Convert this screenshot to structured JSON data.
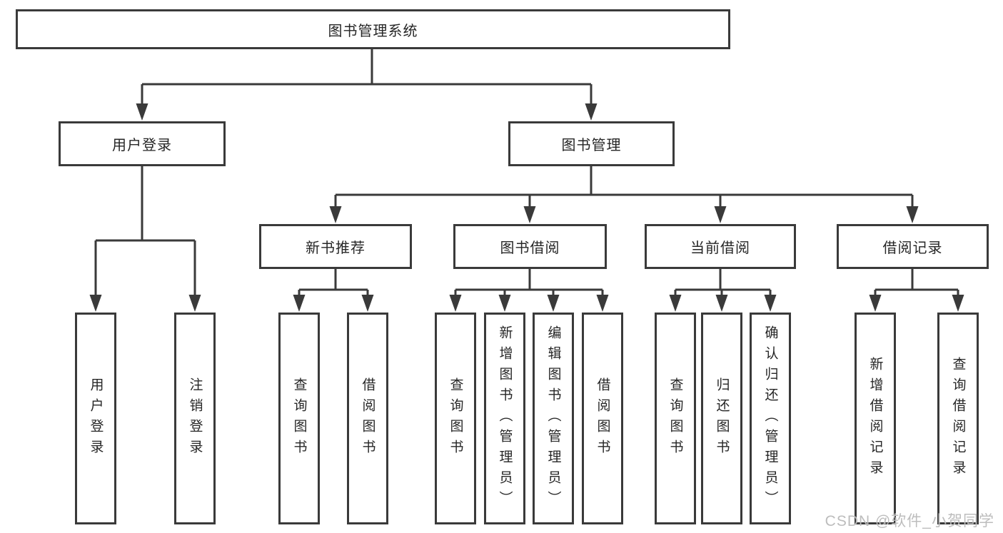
{
  "diagram_title": "图书管理系统",
  "colors": {
    "line": "#3a3a3a",
    "box_border": "#3a3a3a",
    "text": "#262626",
    "background": "#ffffff",
    "watermark": "#bdbdbd"
  },
  "watermark": {
    "text": "CSDN @软件_小贺同学"
  },
  "tree": {
    "label": "图书管理系统",
    "children": [
      {
        "label": "用户登录",
        "children": [
          {
            "label": "用户登录"
          },
          {
            "label": "注销登录"
          }
        ]
      },
      {
        "label": "图书管理",
        "children": [
          {
            "label": "新书推荐",
            "children": [
              {
                "label": "查询图书"
              },
              {
                "label": "借阅图书"
              }
            ]
          },
          {
            "label": "图书借阅",
            "children": [
              {
                "label": "查询图书"
              },
              {
                "label": "新增图书（管理员）"
              },
              {
                "label": "编辑图书（管理员）"
              },
              {
                "label": "借阅图书"
              }
            ]
          },
          {
            "label": "当前借阅",
            "children": [
              {
                "label": "查询图书"
              },
              {
                "label": "归还图书"
              },
              {
                "label": "确认归还（管理员）"
              }
            ]
          },
          {
            "label": "借阅记录",
            "children": [
              {
                "label": "新增借阅记录"
              },
              {
                "label": "查询借阅记录"
              }
            ]
          }
        ]
      }
    ]
  }
}
